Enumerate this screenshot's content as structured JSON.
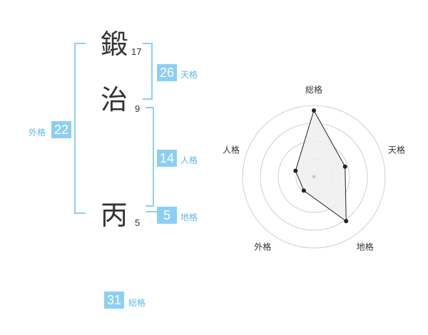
{
  "name": {
    "chars": [
      {
        "char": "鍛",
        "strokes": "17"
      },
      {
        "char": "治",
        "strokes": "9"
      },
      {
        "char": "丙",
        "strokes": "5"
      }
    ]
  },
  "kakusu": {
    "tenkaku": {
      "value": "26",
      "label": "天格"
    },
    "jinkaku": {
      "value": "14",
      "label": "人格"
    },
    "chikaku": {
      "value": "5",
      "label": "地格"
    },
    "gaikaku": {
      "value": "22",
      "label": "外格"
    },
    "soukaku": {
      "value": "31",
      "label": "総格"
    }
  },
  "colors": {
    "accent": "#8ccff5",
    "label": "#5fb9ec",
    "text": "#333333"
  },
  "chart_data": {
    "type": "radar",
    "axes": [
      "総格",
      "天格",
      "地格",
      "外格",
      "人格"
    ],
    "values": [
      0.93,
      0.46,
      0.77,
      0.24,
      0.27
    ],
    "range": [
      0,
      1
    ],
    "rings": 4
  }
}
